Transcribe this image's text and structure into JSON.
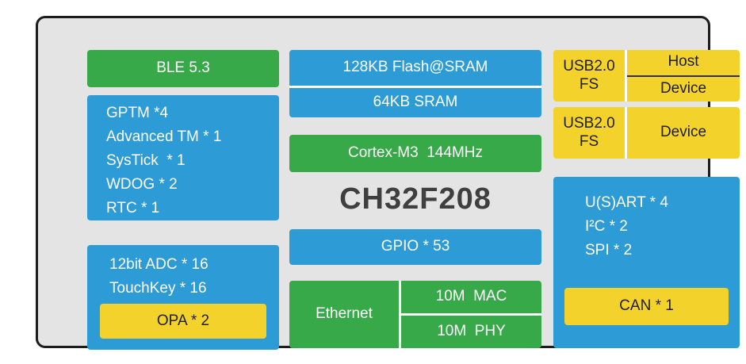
{
  "title": "CH32F208",
  "blocks": {
    "ble": {
      "label": "BLE 5.3"
    },
    "timers": {
      "lines": [
        "GPTM *4",
        "Advanced TM * 1",
        "SysTick  * 1",
        "WDOG * 2",
        "RTC * 1"
      ]
    },
    "analog": {
      "lines": [
        "12bit ADC * 16",
        "TouchKey * 16"
      ],
      "opa": "OPA * 2"
    },
    "memory": {
      "flash": "128KB Flash@SRAM",
      "sram": "64KB SRAM"
    },
    "core": {
      "label": "Cortex-M3  144MHz"
    },
    "gpio": {
      "label": "GPIO * 53"
    },
    "ethernet": {
      "label": "Ethernet",
      "mac": "10M  MAC",
      "phy": "10M  PHY"
    },
    "usb_otg": {
      "label": "USB2.0 FS",
      "host": "Host",
      "device": "Device"
    },
    "usb_device": {
      "label": "USB2.0 FS",
      "device": "Device"
    },
    "comm": {
      "lines": [
        "U(S)ART * 4",
        "I²C * 2",
        "SPI * 2"
      ],
      "can": "CAN * 1"
    }
  },
  "colors": {
    "green": "#38A948",
    "blue": "#2D9BD5",
    "yellow": "#F4D22C",
    "background": "#E4E4E4",
    "frame_border": "#1C1C1C",
    "divider": "#FFFFFF",
    "divider_dark": "#2E2E2E",
    "text_light": "#FFFFFF",
    "text_dark": "#1E1E1E",
    "title_text": "#3F3F3F"
  }
}
